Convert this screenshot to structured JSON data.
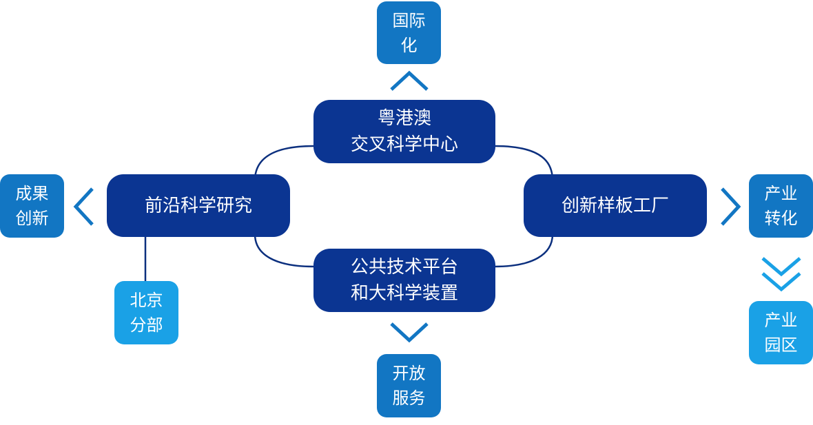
{
  "nodes": {
    "center_top": "粤港澳\n交叉科学中心",
    "left": "前沿科学研究",
    "right": "创新样板工厂",
    "center_bottom": "公共技术平台\n和大科学装置",
    "top_out": "国际\n化",
    "left_out": "成果\n创新",
    "bottom_left": "北京\n分部",
    "bottom_out": "开放\n服务",
    "right_out": "产业\n转化",
    "right_bottom": "产业\n园区"
  },
  "colors": {
    "main": "#0b3592",
    "side": "#1276c3",
    "light": "#1aa1e6",
    "connector": "#0b2f7e",
    "chevron": "#1276c3"
  }
}
